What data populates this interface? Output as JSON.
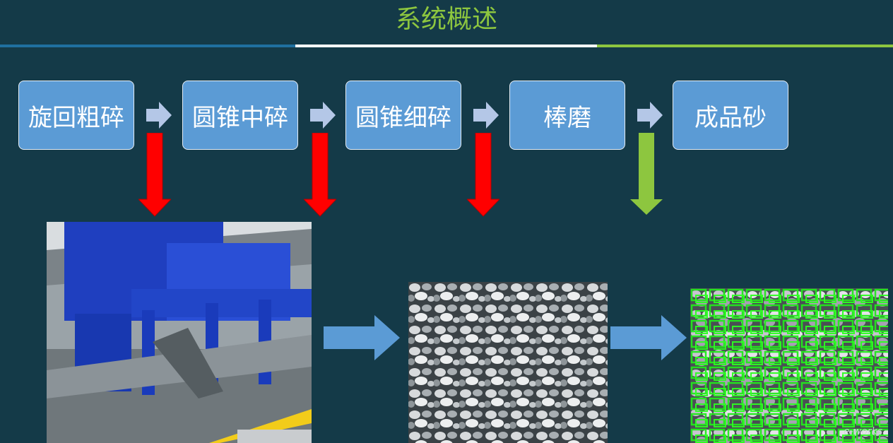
{
  "slide": {
    "title": "系统概述",
    "title_color": "#8dc63f",
    "divider_colors": [
      "#1f6f9f",
      "#ffffff",
      "#8dc63f"
    ]
  },
  "process": {
    "steps": [
      {
        "label": "旋回粗碎"
      },
      {
        "label": "圆锥中碎"
      },
      {
        "label": "圆锥细碎"
      },
      {
        "label": "棒磨"
      },
      {
        "label": "成品砂"
      }
    ],
    "step_color": "#5b9bd5",
    "connector_icon": "chevron-right-icon",
    "down_arrow_colors": [
      "#ff0000",
      "#ff0000",
      "#ff0000",
      "#8dc63f"
    ]
  },
  "images": {
    "machine": "blue-conveyor-machine-photo",
    "stones": "gravel-stones-photo",
    "detected": "detected-stones-overlay-photo",
    "watermark": "e-works"
  }
}
